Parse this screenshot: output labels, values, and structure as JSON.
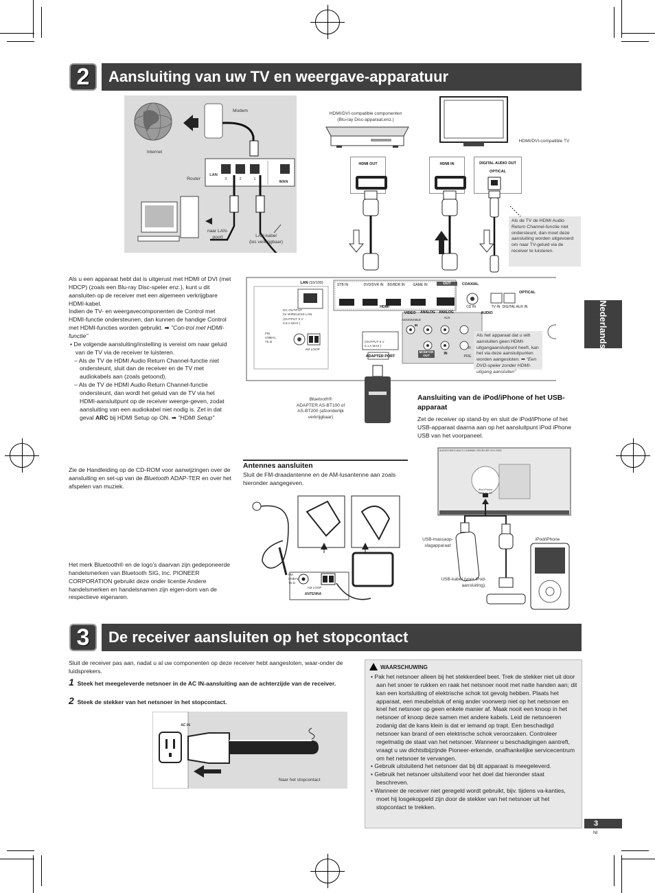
{
  "section2": {
    "number": "2",
    "title": "Aansluiting van uw TV en weergave-apparatuur"
  },
  "section3": {
    "number": "3",
    "title": "De receiver aansluiten op het stopcontact"
  },
  "side_tab": "Nederlands",
  "page": {
    "number": "3",
    "lang": "Nl"
  },
  "network_diagram": {
    "modem": "Modem",
    "internet": "Internet",
    "router": "Router",
    "lan": "LAN",
    "wan": "WAN",
    "port_nums": [
      "3",
      "2",
      "1"
    ],
    "to_lan_port": "naar LAN-\npoort",
    "lan_cable": "LAN-kabel\n(los verkrijgbaar)"
  },
  "av_diagram": {
    "bluray_label": "HDMI/DVI-compatible componenten\n(Blu-ray Disc-apparaat,enz.)",
    "tv_label": "HDMI/DVI-compatible TV",
    "hdmi_out": "HDMI OUT",
    "hdmi_in": "HDMI IN",
    "digital_audio_out": "DIGITAL AUDIO OUT",
    "optical": "OPTICAL",
    "arc_note": "Als de TV de HDMI Audio Return Channel-functie niet ondersteunt, dan moet deze aansluiting worden uitgevoerd om naar TV-geluid via de receiver te luisteren.",
    "no_hdmi_note": "Als het apparaat dat u wilt aansluiten geen HDMI-uitgangaansluitpunt heeft, kan het via deze aansluitpunten worden aangesloten.",
    "no_hdmi_ref": "\"Een DVD-speler zonder HDMI-uitgang aansluiten\""
  },
  "rear_panel": {
    "lan": "LAN",
    "lan_spec": "(10/100)",
    "dc_output": "DC OUTPUT\nfor WIRELESS LAN",
    "dc_spec": "(OUTPUT 5 V\n0.6 A MAX )",
    "fm_unbal": "FM\nUNBAL\n75 Ω",
    "am_loop": "AM LOOP",
    "stb_in": "STB IN",
    "dvd_in": "DVD/DVR IN",
    "bd_in": "BD/BDR IN",
    "game_in": "GAME IN",
    "out": "OUT",
    "hdmi": "HDMI",
    "coaxial": "COAXIAL",
    "cd_in": "CD IN",
    "tv_in": "TV IN",
    "digital_aux_in": "DIGITAL AUX IN",
    "optical": "OPTICAL",
    "video": "VIDEO",
    "assignable": "ASSIGNABLE",
    "in": "IN",
    "monitor_out": "MONITOR\nOUT",
    "analog1": "ANALOG",
    "analog2": "ANALOG",
    "aux": "AUX",
    "audio": "AUDIO",
    "adapter_spec": "(OUTPUT 5 V\n0.1 A MAX )",
    "adapter_port": "ADAPTER PORT",
    "pre": "PRE",
    "r": "R"
  },
  "bluetooth_adapter": {
    "name": "Bluetooth®",
    "desc": "ADAPTER AS-BT100 of\nAS-BT200 (afzonderlijk\nverkrijgbaar)"
  },
  "left_text": {
    "p1": "Als u een apparaat hebt dat is uitgerust met HDMI of DVI (met HDCP) (zoals een Blu-ray Disc-speler enz.), kunt u dit aansluiten op de receiver met een algemeen verkrijgbare HDMI-kabel.",
    "p2": "Indien de TV- en weergavecomponenten de Control met HDMI-functie ondersteunen, dan kunnen de handige Control met HDMI-functies worden gebruikt.",
    "p2_ref": "\"Con-trol met HDMI-functie\"",
    "bullet1": "De volgende aansluiting/instelling is vereist om naar geluid van de TV via de receiver te luisteren.",
    "dash1": "– Als de TV de HDMI Audio Return Channel-functie niet ondersteunt, sluit dan de receiver en de TV met audiokabels aan (zoals getoond).",
    "dash2a": "– Als de TV de HDMI Audio Return Channel-functie ondersteunt, dan wordt het geluid van de TV via het HDMI-aansluitpunt op de receiver weerge-geven, zodat aansluiting van een audiokabel niet nodig is. Zet in dat geval ",
    "dash2_bold": "ARC",
    "dash2b": " bij HDMI Setup op ON.",
    "dash2_ref": "\"HDMI Setup\"",
    "p3a": "Zie de Handleiding op de CD-ROM voor aanwijzingen over de aansluiting en set-up van de ",
    "p3_em": "Bluetooth",
    "p3b": " ADAP-TER en over het afspelen van muziek.",
    "p4": "Het merk Bluetooth® en de logo’s daarvan zijn gedeponeerde handelsmerken van Bluetooth SIG, Inc. PIONEER CORPORATION gebruikt deze onder licentie Andere handelsmerken en handelsnamen zijn eigen-dom van de respectieve eigenaren."
  },
  "antennas": {
    "title": "Antennes aansluiten",
    "body": "Sluit de FM-draadantenne en de AM-lusantenne aan zoals hieronder aangegeven.",
    "fm": "FM\nUNBAL\n75 Ω",
    "am": "AM LOOP",
    "antenna": "ANTENNA"
  },
  "ipod": {
    "title": "Aansluiting van de iPod/iPhone of het USB-apparaat",
    "body": "Zet de receiver op stand-by en sluit de iPod/iPhone of het USB-apparaat daarna aan op het aansluitpunt iPod iPhone USB van het voorpaneel.",
    "usb_device": "USB-massaop-\nslagapparaat",
    "ipod_label": "iPod/iPhone",
    "usb_cable": "USB-kabel (voor iPod-\naansluiting).",
    "front_title": "AUDIO/VIDEO MULTI-CHANNEL RECEIVER   VSX-S300",
    "usb_port": "iPod iPhone\nUSB 5V 1A"
  },
  "power": {
    "intro": "Sluit de receiver pas aan, nadat u al uw componenten op deze receiver hebt aangesloten, waar-onder de luidsprekers.",
    "step1_num": "1",
    "step1": "Steek het meegeleverde netsnoer in de AC IN-aansluiting aan de achterzijde van de receiver.",
    "step2_num": "2",
    "step2": "Steek de stekker van het netsnoer in het stopcontact.",
    "ac_in": "AC IN",
    "to_outlet": "Naar het stopcontact"
  },
  "warning": {
    "title": "WAARSCHUWING",
    "items": [
      "Pak het netsnoer alleen bij het stekkerdeel beet. Trek de stekker niet uit door aan het snoer te rukken en raak het netsnoer nooit met natte handen aan; dit kan een kortsluiting of elektrische schok tot gevolg hebben. Plaats het apparaat, een meubelstuk of enig ander voorwerp niet op het netsnoer en knel het netsnoer op geen enkele manier af. Maak nooit een knoop in het netsnoer of knoop deze samen met andere kabels. Leid de netsnoeren zodanig dat de kans klein is dat er iemand op trapt. Een beschadigd netsnoer kan brand of een elektrische schok veroorzaken. Controleer regelmatig de staat van het netsnoer. Wanneer u beschadigingen aantreft, vraagt u uw dichtstbijzijnde Pioneer-erkende, onafhankelijke servicecentrum om het netsnoer te vervangen.",
      "Gebruik uitsluitend het netsnoer dat bij dit apparaat is meegeleverd.",
      "Gebruik het netsnoer uitsluitend voor het doel dat hieronder staat beschreven.",
      "Wanneer de receiver niet geregeld wordt gebruikt, bijv. tijdens va-kanties, moet hij losgekoppeld zijn door de stekker van het netsnoer uit het stopcontact te trekken."
    ]
  }
}
